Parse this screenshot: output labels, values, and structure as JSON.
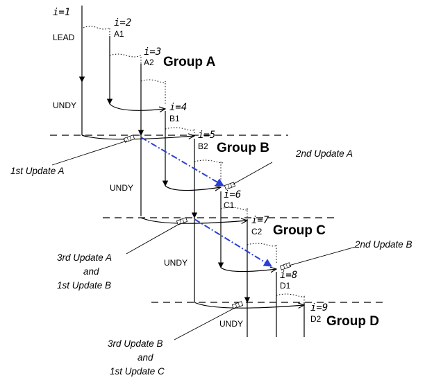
{
  "iterations": [
    "i=1",
    "i=2",
    "i=3",
    "i=4",
    "i=5",
    "i=6",
    "i=7",
    "i=8",
    "i=9"
  ],
  "ship_labels": {
    "lead": "LEAD",
    "a1": "A1",
    "a2": "A2",
    "b1": "B1",
    "b2": "B2",
    "c1": "C1",
    "c2": "C2",
    "d1": "D1",
    "d2": "D2"
  },
  "undy_label": "UNDY",
  "groups": {
    "a": "Group A",
    "b": "Group B",
    "c": "Group C",
    "d": "Group D"
  },
  "updates": {
    "first_a": "1st Update A",
    "second_a": "2nd Update A",
    "third_a_line1": "3rd Update A",
    "third_a_line2": "and",
    "third_a_line3": "1st Update B",
    "second_b": "2nd Update B",
    "third_b_line1": "3rd Update B",
    "third_b_line2": "and",
    "third_b_line3": "1st Update C"
  },
  "colors": {
    "line": "#000000",
    "update_arrow": "#2a3fd8"
  }
}
